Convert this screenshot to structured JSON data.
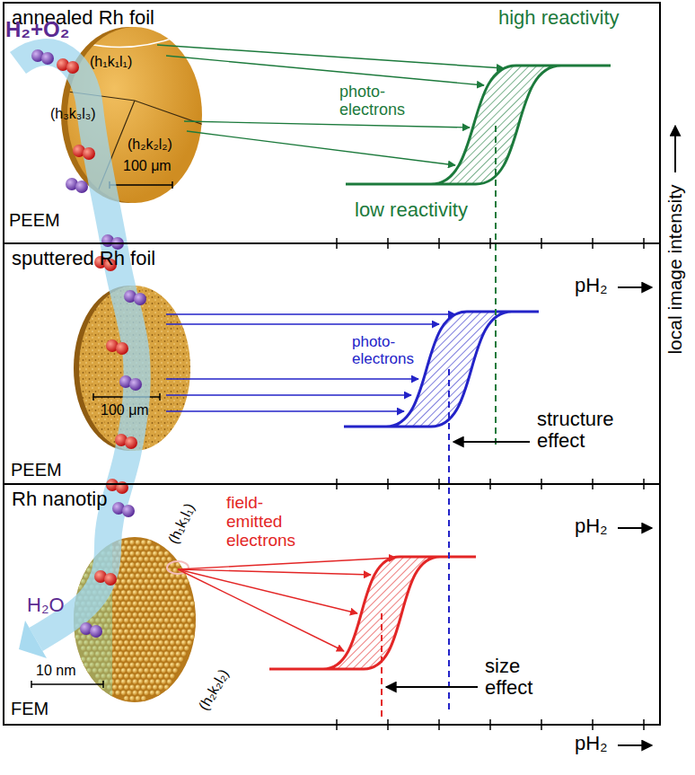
{
  "diagram": {
    "nodes": [
      {
        "text": [
          "annealed Rh foil"
        ]
      },
      {
        "text": [
          "sputtered Rh foil"
        ]
      },
      {
        "text": [
          "Rh nanotip"
        ]
      }
    ],
    "labels": [
      "H₂+O₂",
      "(h₁k₁l₁)",
      "(h₃k₃l₃)",
      "(h₂k₂l₂)",
      "100 μm",
      "PEEM",
      "photo- electrons",
      "high reactivity",
      "low reactivity",
      "local image intensity",
      "pH₂",
      "100 μm",
      "photo- electrons",
      "PEEM",
      "structure effect",
      "pH₂",
      "(h₁k₁l₁)",
      "field- emitted electrons",
      "10 nm",
      "(h₂k₂l₂)",
      "FEM",
      "H₂O",
      "size effect",
      "pH₂"
    ]
  }
}
